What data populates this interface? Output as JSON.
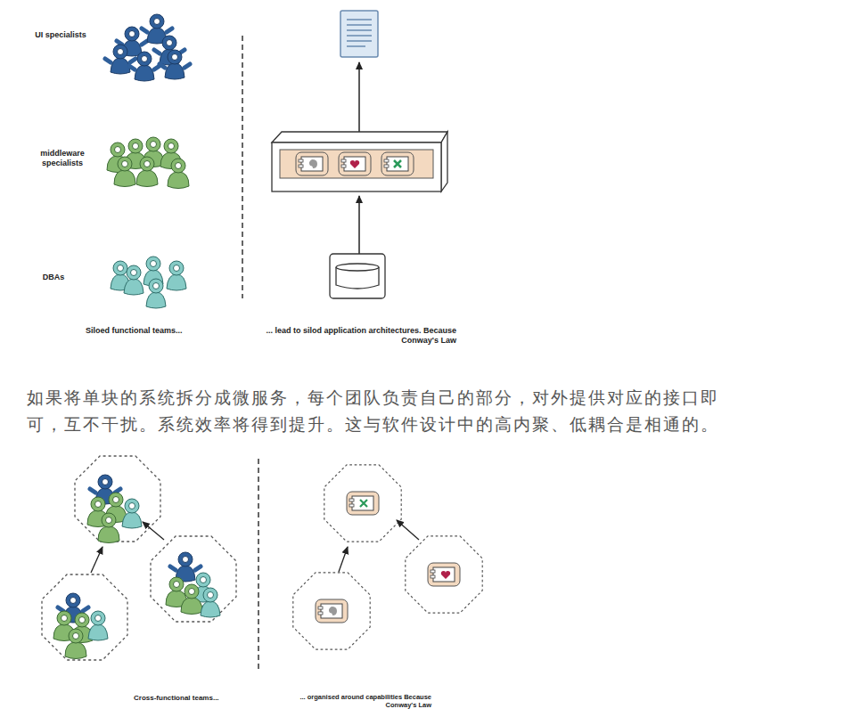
{
  "diagram": {
    "labels": [
      "UI specialists",
      "middleware specialists",
      "DBAs",
      "Siloed functional teams...",
      "... lead to silod application architectures. Because Conway's Law",
      "如果将单块的系统拆分成微服务，每个团队负责自己的部分，对外提供对应的接口即可，互不干扰。系统效率将得到提升。这与软件设计中的高内聚、低耦合是相通的。",
      "Cross-functional teams...",
      "... organised around capabilities Because Conway's Law"
    ]
  }
}
